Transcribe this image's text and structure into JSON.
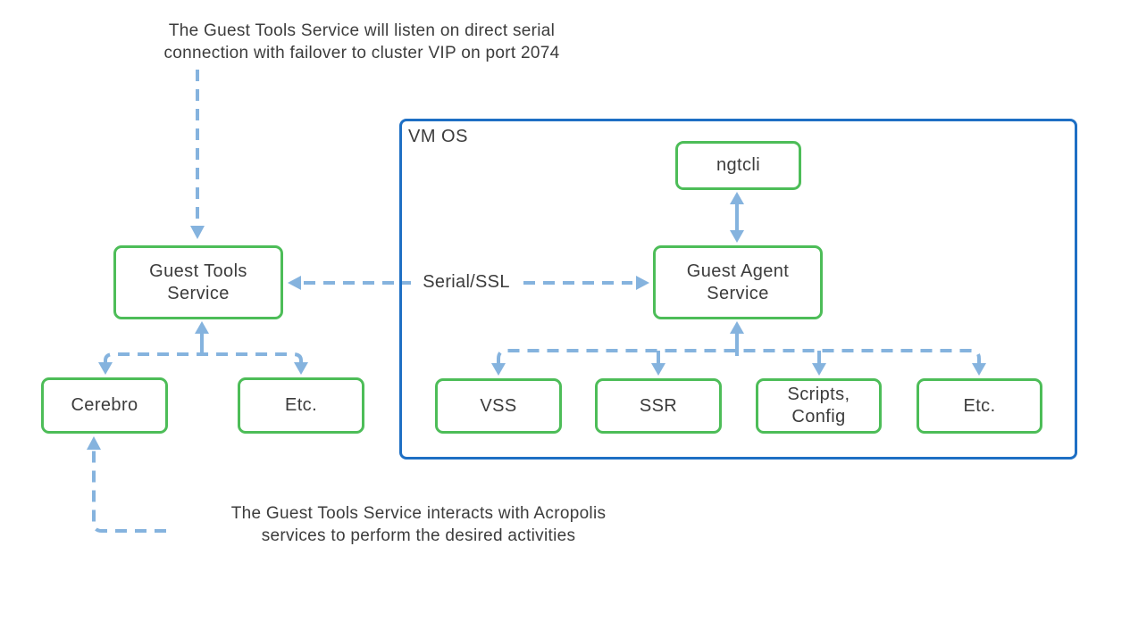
{
  "captions": {
    "top": "The Guest Tools Service will listen on direct serial\nconnection with failover to cluster VIP on port 2074",
    "bottom": "The Guest Tools Service interacts with Acropolis\nservices to perform the desired activities"
  },
  "container": {
    "vm_os_label": "VM OS"
  },
  "connection_labels": {
    "serial_ssl": "Serial/SSL"
  },
  "nodes": {
    "guest_tools_service": "Guest Tools\nService",
    "guest_agent_service": "Guest Agent\nService",
    "ngtcli": "ngtcli",
    "cerebro": "Cerebro",
    "etc_left": "Etc.",
    "vss": "VSS",
    "ssr": "SSR",
    "scripts_config": "Scripts,\nConfig",
    "etc_right": "Etc."
  },
  "colors": {
    "node_border_green": "#4dbd58",
    "container_border_blue": "#1e6fc4",
    "arrow_blue": "#85b3de",
    "text": "#3c3c3c",
    "background": "#ffffff"
  }
}
